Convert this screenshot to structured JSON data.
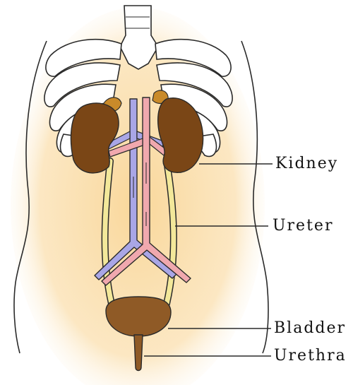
{
  "labels": {
    "kidney": "Kidney",
    "ureter": "Ureter",
    "bladder": "Bladder",
    "urethra": "Urethra"
  },
  "colors": {
    "background_glow": "#f9d79a",
    "kidney": "#7a4616",
    "adrenal": "#c98a2a",
    "ureter": "#f3e89a",
    "vein": "#a9a6e6",
    "artery": "#f0a8ae",
    "bladder": "#8f5a26",
    "bone": "#ffffff",
    "outline": "#2a2a2a"
  }
}
